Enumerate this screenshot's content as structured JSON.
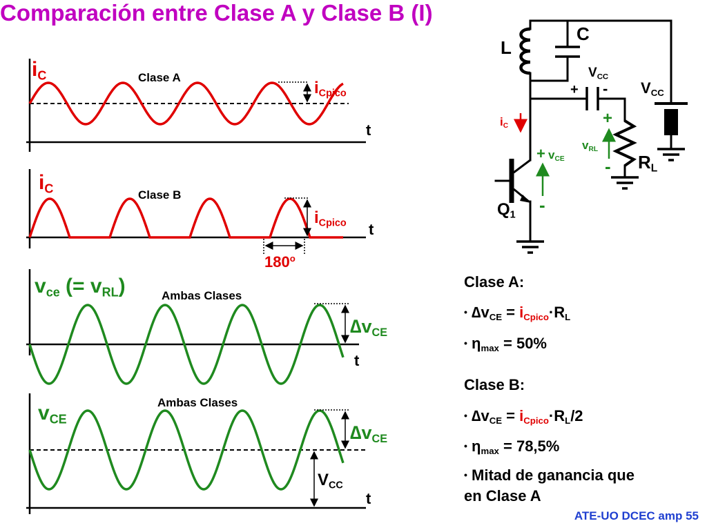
{
  "title": "Comparación entre Clase A y Clase B (I)",
  "graphs": {
    "a": {
      "caption": "Clase A",
      "ylabel": "i",
      "ylabel_sub": "C",
      "peak": "i",
      "peak_sub": "Cpico",
      "tlabel": "t"
    },
    "b": {
      "caption": "Clase B",
      "ylabel": "i",
      "ylabel_sub": "C",
      "peak": "i",
      "peak_sub": "Cpico",
      "tlabel": "t",
      "angle": "180",
      "angle_sup": "o"
    },
    "c": {
      "caption": "Ambas Clases",
      "ylabel": "v",
      "ylabel_sub": "ce",
      "ylabel_mid": " (= v",
      "ylabel_sub2": "RL",
      "ylabel_end": ")",
      "delta": "∆v",
      "delta_sub": "CE",
      "tlabel": "t"
    },
    "d": {
      "caption": "Ambas Clases",
      "ylabel": "v",
      "ylabel_sub": "CE",
      "delta": "∆v",
      "delta_sub": "CE",
      "vcc": "V",
      "vcc_sub": "CC",
      "tlabel": "t"
    }
  },
  "circuit": {
    "L": "L",
    "C": "C",
    "vcc_cap": "V",
    "vcc_cap_sub": "CC",
    "vcc_bat": "V",
    "vcc_bat_sub": "CC",
    "ic": "i",
    "ic_sub": "C",
    "vce": "v",
    "vce_sub": "CE",
    "vrl": "v",
    "vrl_sub": "RL",
    "rl": "R",
    "rl_sub": "L",
    "q": "Q",
    "q_sub": "1",
    "plus": "+",
    "minus": "-"
  },
  "notes": {
    "classA": {
      "heading": "Clase A:",
      "line1": {
        "pre": "∆v",
        "pre_sub": "CE",
        "eq": " = ",
        "i": "i",
        "i_sub": "Cpico",
        "post": "·R",
        "post_sub": "L",
        "tail": ""
      },
      "line2": {
        "pre": "η",
        "pre_sub": "max",
        "rest": " = 50%"
      }
    },
    "classB": {
      "heading": "Clase B:",
      "line1": {
        "pre": "∆v",
        "pre_sub": "CE",
        "eq": " = ",
        "i": "i",
        "i_sub": "Cpico",
        "post": "·R",
        "post_sub": "L",
        "tail": "/2"
      },
      "line2": {
        "pre": "η",
        "pre_sub": "max",
        "rest": " = 78,5%"
      },
      "line3a": "Mitad de ganancia que",
      "line3b": "en Clase A"
    },
    "bullet": "•"
  },
  "footer": "ATE-UO DCEC amp 55",
  "colors": {
    "title": "#c000c0",
    "red": "#e00000",
    "green": "#1f8a1f",
    "footer": "#1f3fd0"
  }
}
